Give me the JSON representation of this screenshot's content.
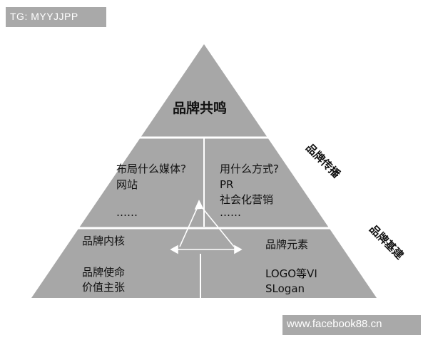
{
  "watermarks": {
    "top": "TG: MYYJJPP",
    "bottom": "www.facebook88.cn"
  },
  "pyramid": {
    "apex": {
      "label": "品牌共鸣"
    },
    "middle": {
      "left": {
        "line1": "布局什么媒体?",
        "line2": "网站",
        "line3": "……"
      },
      "right": {
        "line1": "用什么方式?",
        "line2": "PR",
        "line3": "社会化营销",
        "line4": "……"
      }
    },
    "base": {
      "left": {
        "line1": "品牌内核",
        "line2": "品牌使命",
        "line3": "价值主张"
      },
      "right": {
        "line1": "品牌元素",
        "line2": "LOGO等VI",
        "line3": "SLogan"
      }
    },
    "side_labels": {
      "middle": "品牌传播",
      "base": "品牌基建"
    }
  },
  "colors": {
    "fill": "#a7a7a7",
    "divider": "#ffffff",
    "text": "#111111"
  }
}
